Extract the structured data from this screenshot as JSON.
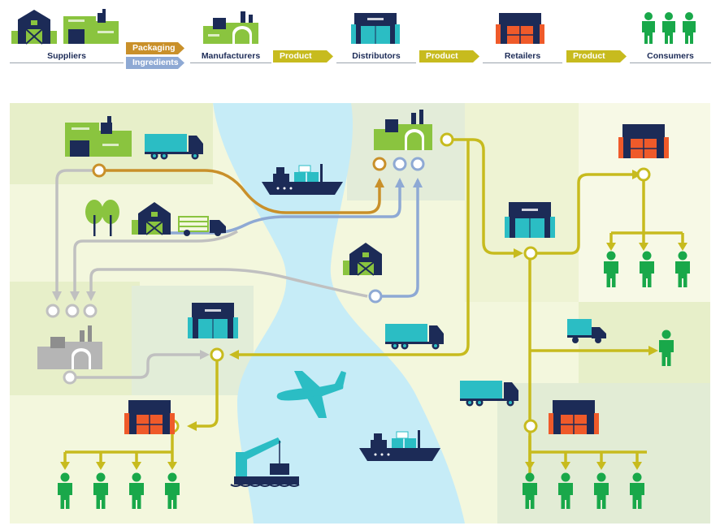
{
  "legend": {
    "stages": [
      {
        "label": "Suppliers"
      },
      {
        "label": "Manufacturers"
      },
      {
        "label": "Distributors"
      },
      {
        "label": "Retailers"
      },
      {
        "label": "Consumers"
      }
    ],
    "flows": {
      "packaging": "Packaging",
      "ingredients": "Ingredients",
      "product_1": "Product",
      "product_2": "Product",
      "product_3": "Product"
    }
  },
  "colors": {
    "navy": "#1c2b57",
    "green": "#8ac43f",
    "teal": "#2bbdc4",
    "orange": "#ef5a2a",
    "consumer_green": "#19a84a",
    "product_line": "#c7bb1e",
    "packaging_line": "#c9902a",
    "ingredients_line": "#8ea9d4",
    "supplier_line": "#c0c0c0",
    "river": "#c6ecf7",
    "land_light": "#f3f7dd",
    "land_mid": "#e7efc9"
  },
  "icons": [
    "barn-icon",
    "factory-icon",
    "warehouse-icon",
    "store-icon",
    "person-icon",
    "truck-icon",
    "ship-icon",
    "airplane-icon",
    "crane-icon",
    "tree-icon"
  ]
}
